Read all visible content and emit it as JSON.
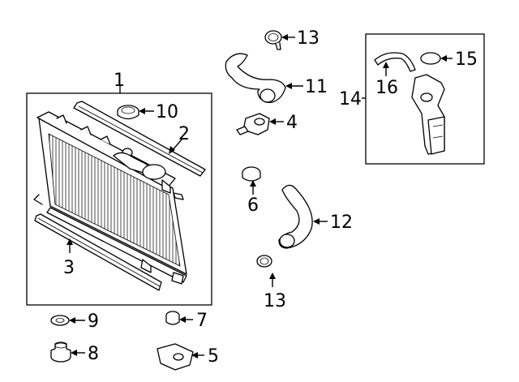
{
  "callouts": {
    "c1": "1",
    "c2": "2",
    "c3": "3",
    "c4": "4",
    "c5": "5",
    "c6": "6",
    "c7": "7",
    "c8": "8",
    "c9": "9",
    "c10": "10",
    "c11": "11",
    "c12": "12",
    "c13a": "13",
    "c13b": "13",
    "c14": "14",
    "c15": "15",
    "c16": "16"
  }
}
